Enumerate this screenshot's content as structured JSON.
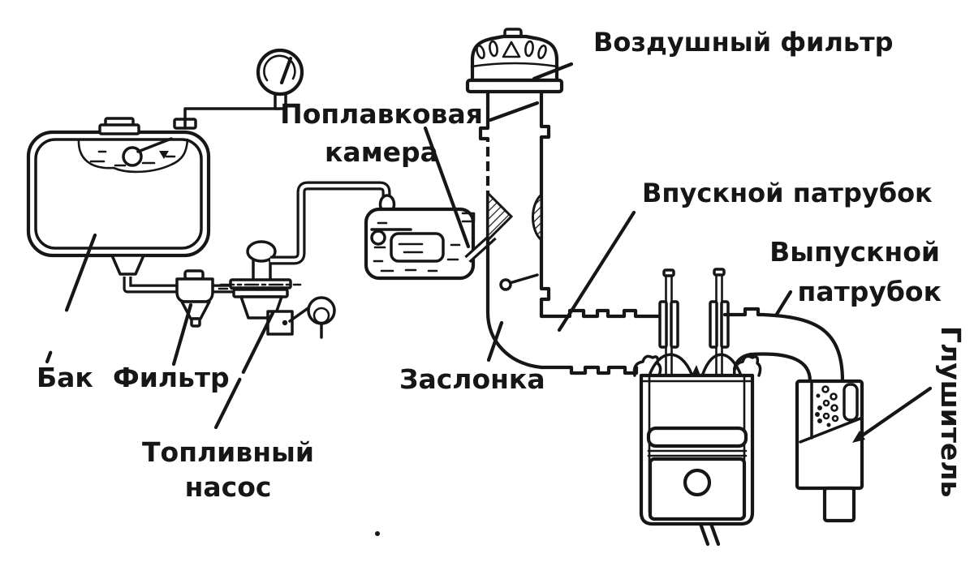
{
  "diagram": {
    "type": "engine-fuel-and-air-system-schematic",
    "language": "ru",
    "background_color": "#ffffff",
    "ink_color": "#161616",
    "labels": {
      "air_filter": "Воздушный фильтр",
      "float_chamber_line1": "Поплавковая",
      "float_chamber_line2": "камера",
      "intake_pipe": "Впускной патрубок",
      "exhaust_pipe_line1": "Выпускной",
      "exhaust_pipe_line2": "патрубок",
      "muffler": "Глушитель",
      "tank": "Бак",
      "filter": "Фильтр",
      "fuel_pump_line1": "Топливный",
      "fuel_pump_line2": "насос",
      "throttle": "Заслонка"
    }
  }
}
